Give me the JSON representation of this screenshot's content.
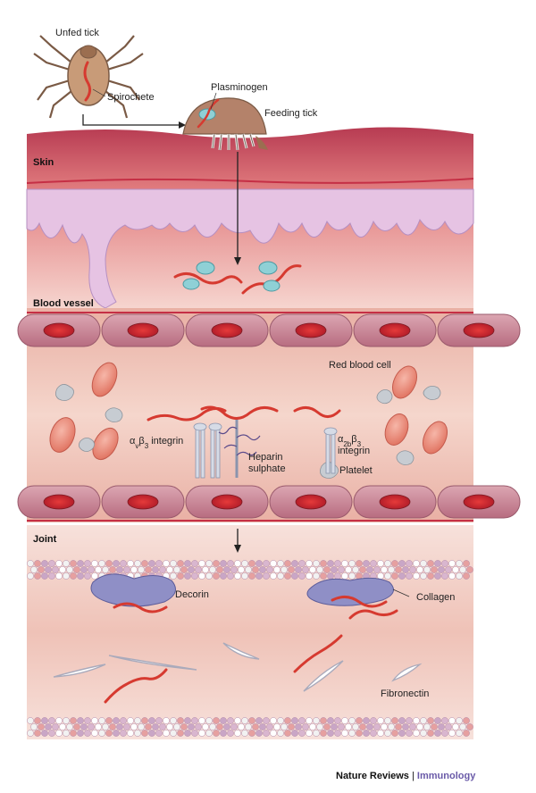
{
  "labels": {
    "unfed_tick": "Unfed tick",
    "spirochete": "Spirochete",
    "plasminogen": "Plasminogen",
    "feeding_tick": "Feeding tick",
    "red_blood_cell": "Red blood cell",
    "integrin_av": "α",
    "integrin_av_sub": "v",
    "integrin_b": "β",
    "integrin_b_sub": "3",
    "integrin_av_suffix": " integrin",
    "heparin_line1": "Heparin",
    "heparin_line2": "sulphate",
    "integrin2_a": "α",
    "integrin2_a_sub": "2b",
    "integrin2_b": "β",
    "integrin2_b_sub": "3",
    "integrin2_line2": "integrin",
    "platelet": "Platelet",
    "decorin": "Decorin",
    "collagen": "Collagen",
    "fibronectin": "Fibronectin"
  },
  "sections": {
    "skin": "Skin",
    "blood_vessel": "Blood vessel",
    "joint": "Joint"
  },
  "credit": {
    "journal": "Nature Reviews",
    "separator": " | ",
    "field": "Immunology"
  },
  "colors": {
    "skin_top": "#c8475a",
    "skin_pink": "#f3d3cd",
    "dermis_purple": "#e7c5e2",
    "vessel_wall": "#c07a8c",
    "blood_bg": "#f1c9bd",
    "rbc": "#e8847a",
    "joint_bg": "#f3d3cd",
    "decorin": "#8f8fc6",
    "spirochete": "#d9453a",
    "plasminogen": "#8fd0d6",
    "tick": "#b98a6a",
    "credit_blue": "#6a5aa8"
  }
}
